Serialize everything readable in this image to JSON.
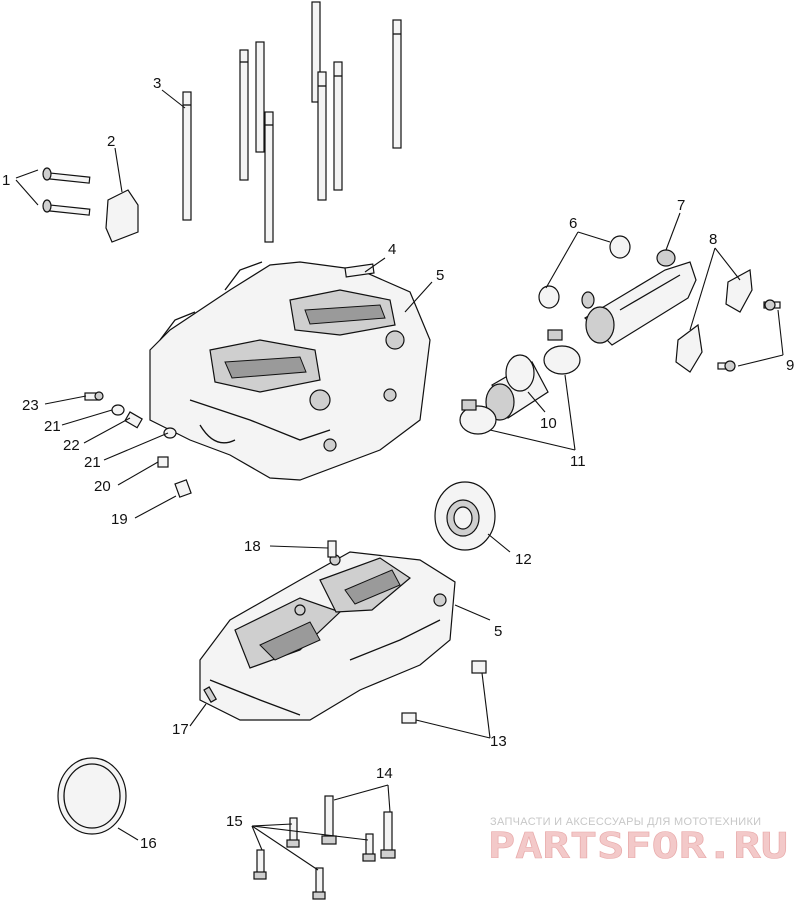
{
  "labels": {
    "p1": "1",
    "p2": "2",
    "p3": "3",
    "p4": "4",
    "p5a": "5",
    "p5b": "5",
    "p6": "6",
    "p7": "7",
    "p8": "8",
    "p9": "9",
    "p10": "10",
    "p11": "11",
    "p12": "12",
    "p13": "13",
    "p14": "14",
    "p15": "15",
    "p16": "16",
    "p17": "17",
    "p18": "18",
    "p19": "19",
    "p20": "20",
    "p21a": "21",
    "p21b": "21",
    "p22": "22",
    "p23": "23"
  },
  "watermark": {
    "tagline": "ЗАПЧАСТИ И АКСЕССУАРЫ ДЛЯ МОТОТЕХНИКИ",
    "logo": "PARTSFOR.RU"
  }
}
